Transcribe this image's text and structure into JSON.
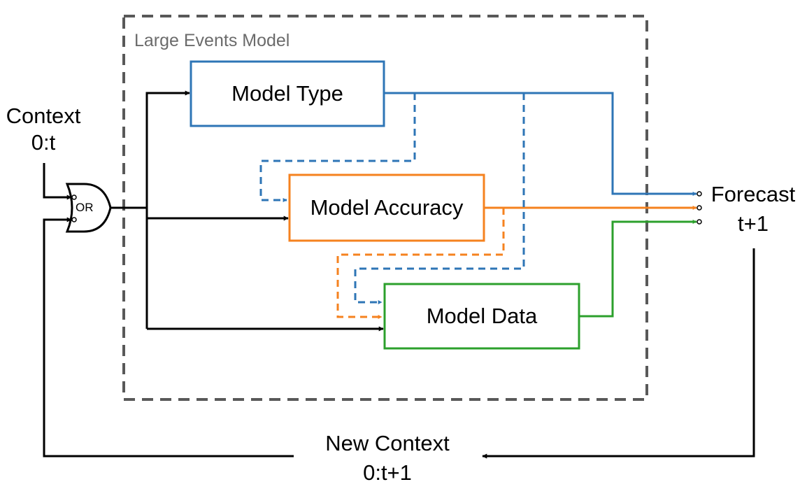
{
  "diagram": {
    "container": {
      "label": "Large Events Model",
      "color": "#595959"
    },
    "boxes": [
      {
        "id": "model_type",
        "label": "Model Type",
        "color": "#2e75b6"
      },
      {
        "id": "model_accuracy",
        "label": "Model Accuracy",
        "color": "#f5821f"
      },
      {
        "id": "model_data",
        "label": "Model Data",
        "color": "#2ca02c"
      }
    ],
    "inputs": {
      "context": {
        "line1": "Context",
        "line2": "0:t"
      },
      "new_context": {
        "line1": "New Context",
        "line2": "0:t+1"
      }
    },
    "output": {
      "line1": "Forecast",
      "line2": "t+1"
    },
    "gate": {
      "label": "OR"
    },
    "colors": {
      "line": "#000000",
      "type": "#2e75b6",
      "accuracy": "#f5821f",
      "data": "#2ca02c"
    }
  }
}
